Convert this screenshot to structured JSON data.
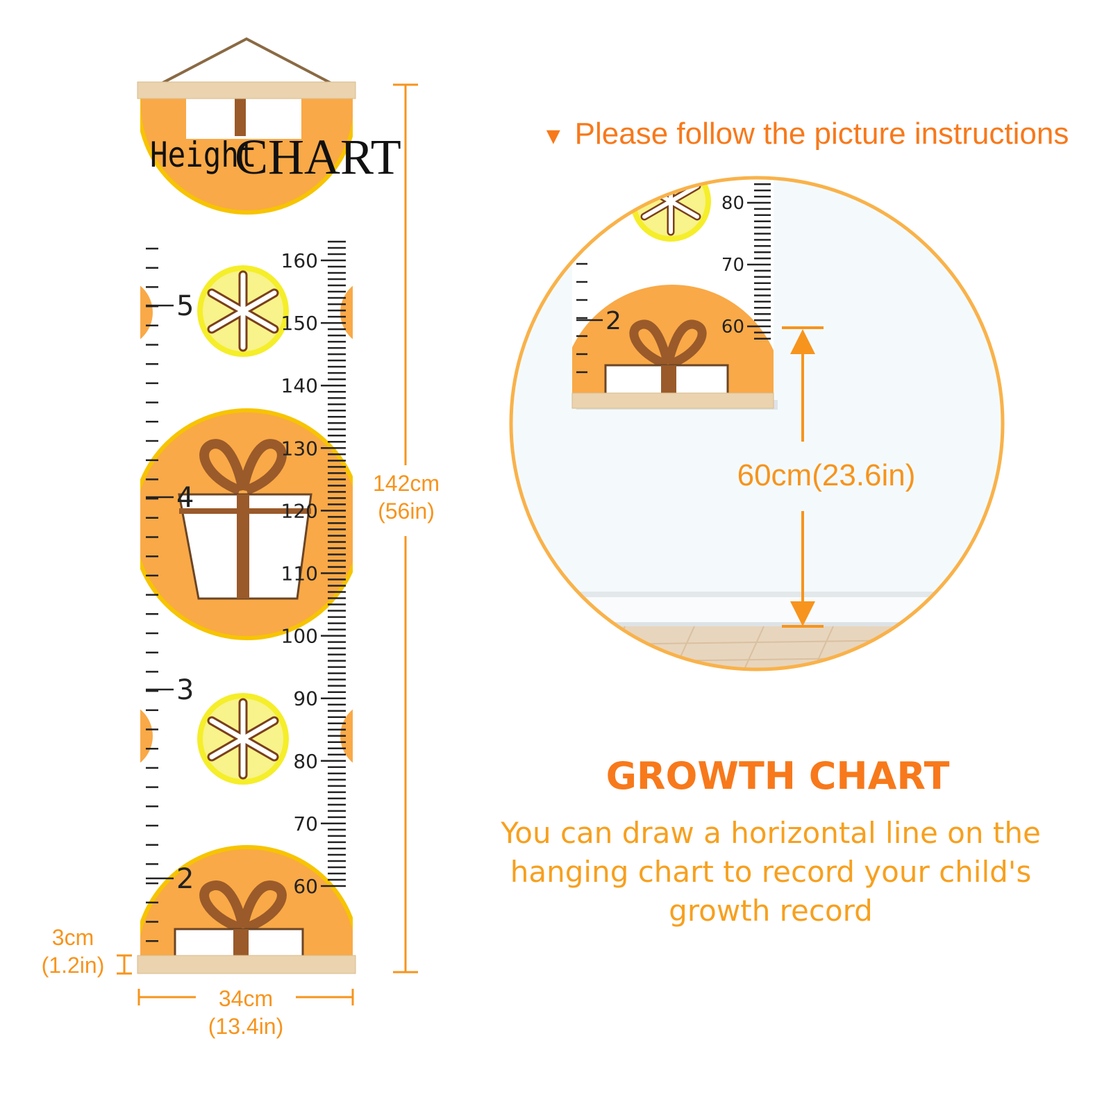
{
  "product": {
    "title_word1": "Height",
    "title_word2": "CHART"
  },
  "ruler": {
    "cm_labels": [
      "160",
      "150",
      "140",
      "130",
      "120",
      "110",
      "100",
      "90",
      "80",
      "70",
      "60"
    ],
    "ft_labels": [
      "5",
      "4",
      "3",
      "2"
    ]
  },
  "dimensions": {
    "height_cm": "142cm",
    "height_in": "(56in)",
    "width_cm": "34cm",
    "width_in": "(13.4in)",
    "bar_cm": "3cm",
    "bar_in": "(1.2in)"
  },
  "instructions": {
    "arrow_glyph": "▼",
    "heading": "Please follow the picture instructions",
    "zoom_cm_labels": [
      "80",
      "70",
      "60"
    ],
    "zoom_ft_label": "2",
    "gap_label": "60cm(23.6in)"
  },
  "growth": {
    "title": "GROWTH CHART",
    "line1": "You can draw a horizontal line on the",
    "line2": "hanging chart to record your child's",
    "line3": "growth record"
  },
  "colors": {
    "accent": "#f7941d",
    "circle": "#f9a947",
    "wood": "#e9d2ad"
  }
}
